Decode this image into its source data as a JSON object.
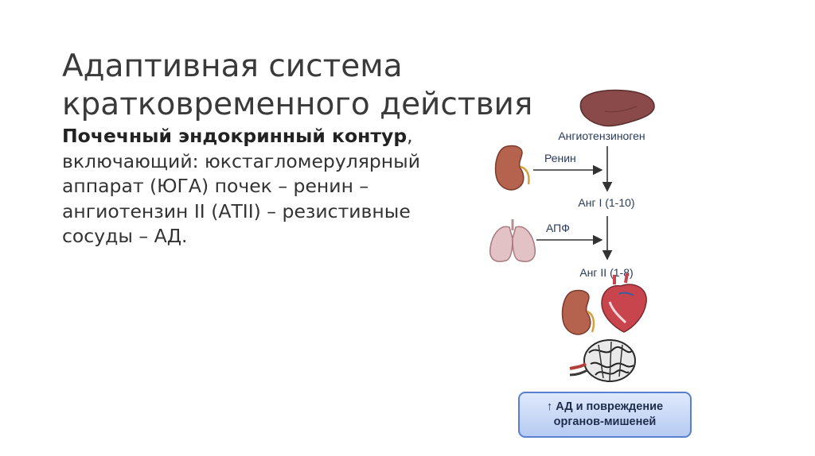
{
  "slide": {
    "title": "Адаптивная система кратковременного действия",
    "body_bold": "Почечный эндокринный контур",
    "body_rest": ", включающий: юкстагломерулярный аппарат (ЮГА) почек – ренин – ангиотензин II (АТII) – резистивные сосуды – АД."
  },
  "diagram": {
    "substrate": "Ангиотензиноген",
    "enzyme_1": "Ренин",
    "intermediate_1": "Анг I (1-10)",
    "enzyme_2": "АПФ",
    "intermediate_2": "Анг II (1-8)",
    "result_line_1": "↑ АД и повреждение",
    "result_line_2": "органов-мишеней",
    "icons": [
      "liver-icon",
      "kidney-icon",
      "lungs-icon",
      "kidney-icon",
      "heart-icon",
      "vessel-network-icon"
    ],
    "colors": {
      "organ": "#8a4a4a",
      "kidney": "#b5624e",
      "lungs": "#e3c2c6",
      "arrow": "#333333",
      "result_border": "#5a7fd0",
      "result_fill": "#c8d8f5"
    }
  }
}
